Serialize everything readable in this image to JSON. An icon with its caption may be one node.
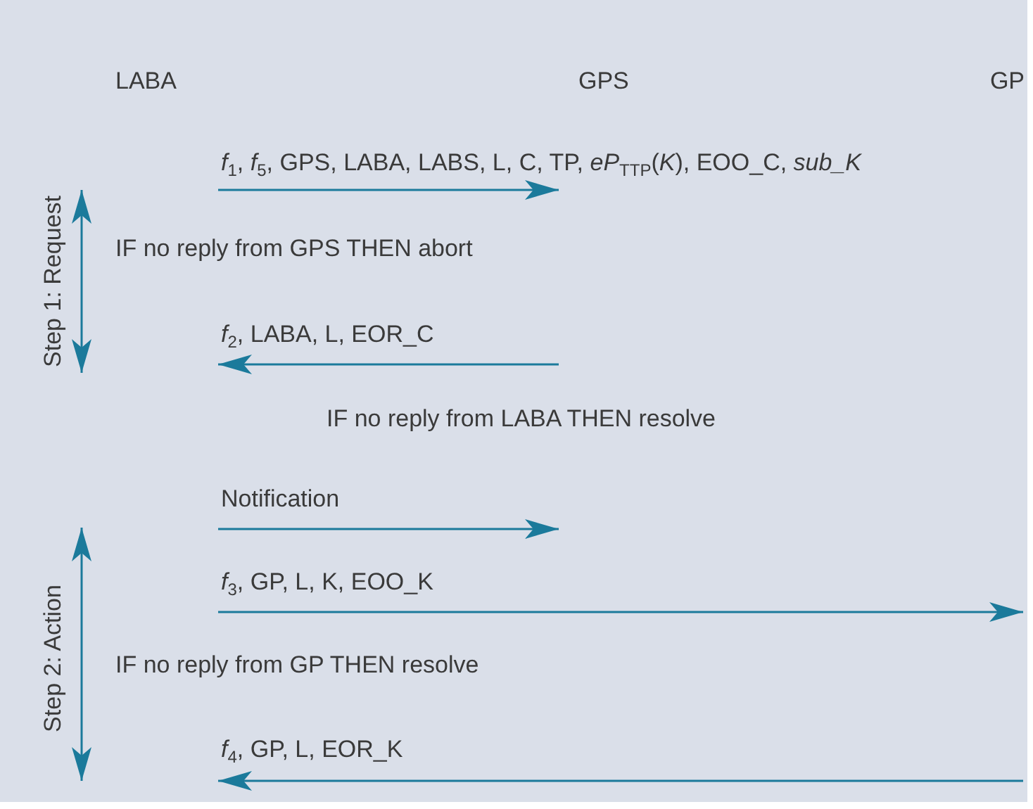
{
  "diagram": {
    "labels": [
      "LABA",
      "GPS",
      "GP",
      "*f*$_{1}$, *f*$_{5}$, GPS, LABA, LABS, L, C, TP, *eP*$_{TTP}$(*K*), EOO_C, *sub_K*",
      "Step 1: Request",
      "IF no reply from GPS THEN abort",
      "*f*$_{2}$, LABA, L, EOR_C",
      "IF no reply from LABA THEN resolve",
      "Notification",
      "Step 2: Action",
      "*f*$_{3}$, GP, L, K, EOO_K",
      "IF no reply from GP THEN resolve",
      "*f*$_{4}$, GP, L, EOR_K"
    ]
  }
}
